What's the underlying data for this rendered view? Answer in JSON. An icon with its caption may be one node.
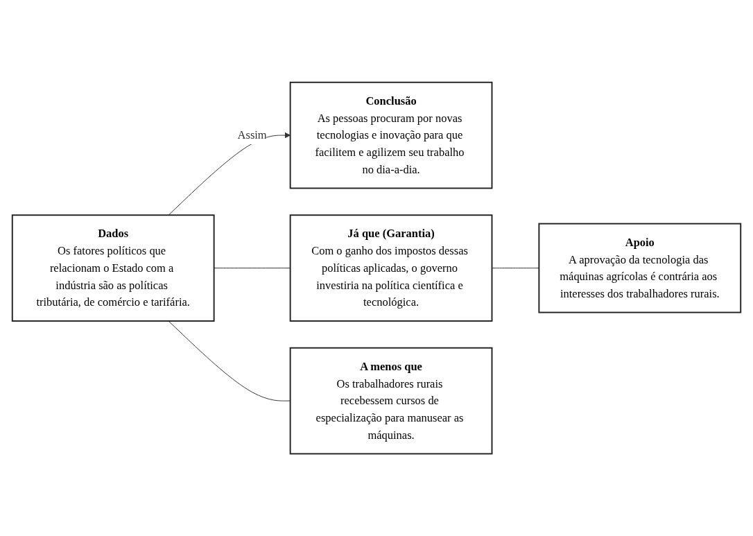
{
  "diagram": {
    "nodes": [
      {
        "text": [
          "Dados",
          "Os fatores políticos que relacionam o Estado com a indústria são as políticas tributária, de comércio e tarifária."
        ]
      },
      {
        "text": [
          "Conclusão",
          "As pessoas procuram por novas tecnologias e inovação para que facilitem e agilizem seu trabalho no dia-a-dia."
        ]
      },
      {
        "text": [
          "Já que (Garantia)",
          "Com o ganho dos impostos dessas políticas aplicadas, o governo investiria na política científica e tecnológica."
        ]
      },
      {
        "text": [
          "A menos que",
          "Os trabalhadores rurais recebessem cursos de especialização para manusear as máquinas."
        ]
      },
      {
        "text": [
          "Apoio",
          "A aprovação da tecnologia das máquinas agrícolas é contrária aos interesses dos trabalhadores rurais."
        ]
      }
    ],
    "edges": [
      {
        "from": 0,
        "to": 1,
        "arrow": "to",
        "label": "Assim"
      },
      {
        "from": 0,
        "to": 2,
        "arrow": "none"
      },
      {
        "from": 0,
        "to": 3,
        "arrow": "none"
      },
      {
        "from": 2,
        "to": 4,
        "arrow": "none"
      }
    ]
  }
}
